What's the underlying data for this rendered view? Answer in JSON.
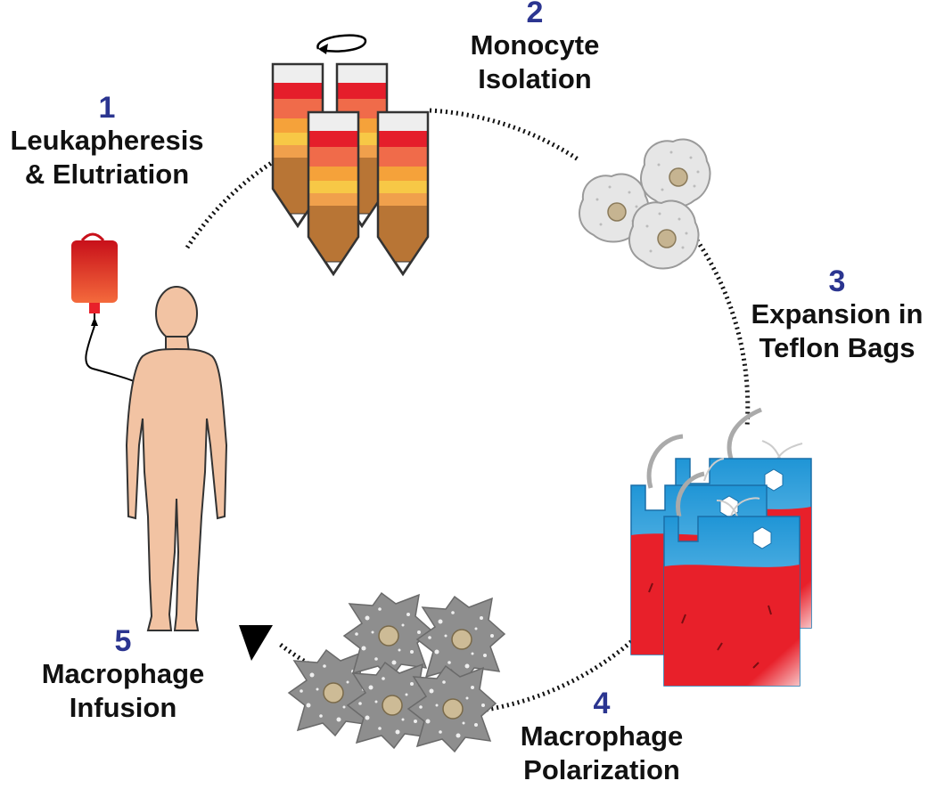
{
  "steps": [
    {
      "number": "1",
      "label_line1": "Leukapheresis",
      "label_line2": "& Elutriation"
    },
    {
      "number": "2",
      "label_line1": "Monocyte",
      "label_line2": "Isolation"
    },
    {
      "number": "3",
      "label_line1": "Expansion in",
      "label_line2": "Teflon Bags"
    },
    {
      "number": "4",
      "label_line1": "Macrophage",
      "label_line2": "Polarization"
    },
    {
      "number": "5",
      "label_line1": "Macrophage",
      "label_line2": "Infusion"
    }
  ],
  "colors": {
    "step_number": "#2b3590",
    "label_text": "#111111",
    "skin": "#f2c3a3",
    "blood": "#e8202a",
    "bag_blue": "#2ea7e0",
    "macrophage": "#8c8c8c",
    "monocyte": "#e2e2e2",
    "nucleus": "#cbb894"
  },
  "icons": [
    "human-figure-icon",
    "blood-bag-icon",
    "centrifuge-tube-icon",
    "rotation-arrow-icon",
    "monocyte-cell-icon",
    "teflon-bag-icon",
    "macrophage-cell-icon",
    "cycle-arrowhead-icon"
  ]
}
